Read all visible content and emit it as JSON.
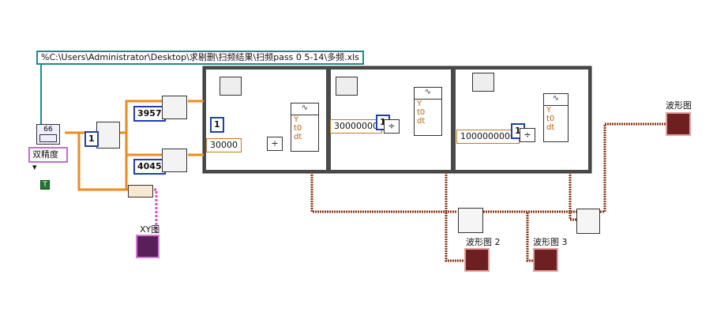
{
  "file_path": "%C:\\Users\\Administrator\\Desktop\\求剔删\\扫频结果\\扫频pass 0 5-14\\多频.xls",
  "constants": {
    "c3957": "3957",
    "c4045": "4045",
    "c1a": "1",
    "c1b": "1",
    "c1c": "1",
    "c1d": "1",
    "c30000": "30000",
    "c30000000": "30000000",
    "c1000000000": "1000000000"
  },
  "selector_label": "双精度",
  "bool_label": "T",
  "build_waveform_terms": {
    "y": "Y",
    "t0": "t0",
    "dt": "dt"
  },
  "indicators": {
    "xy_graph": "XY图",
    "waveform": "波形图",
    "waveform2": "波形图 2",
    "waveform3": "波形图 3"
  },
  "colors": {
    "orange_wire": "#f08a1c",
    "brown_wire": "#8b3a1a",
    "blue_const": "#1f3fb0",
    "teal_path": "#1f8a8a",
    "pink_wire": "#d24fcf"
  }
}
